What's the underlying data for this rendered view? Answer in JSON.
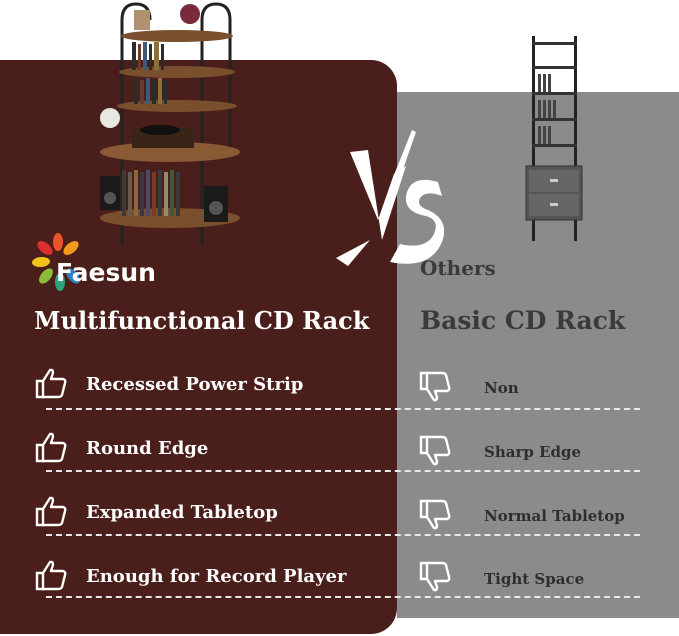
{
  "brand": {
    "name": "Faesun"
  },
  "left": {
    "title": "Multifunctional CD Rack",
    "features": [
      "Recessed Power Strip",
      "Round Edge",
      "Expanded Tabletop",
      "Enough for Record Player"
    ]
  },
  "right": {
    "label": "Others",
    "title": "Basic CD Rack",
    "features": [
      "Non",
      "Sharp Edge",
      "Normal Tabletop",
      "Tight Space"
    ]
  },
  "icons": {
    "positive": "thumbs-up-icon",
    "negative": "thumbs-down-icon",
    "versus": "vs-emblem"
  },
  "colors": {
    "left_panel": "#4a1e1a",
    "right_panel": "#8b8b8b",
    "left_text": "#ffffff",
    "right_text": "#3a3a3a"
  }
}
